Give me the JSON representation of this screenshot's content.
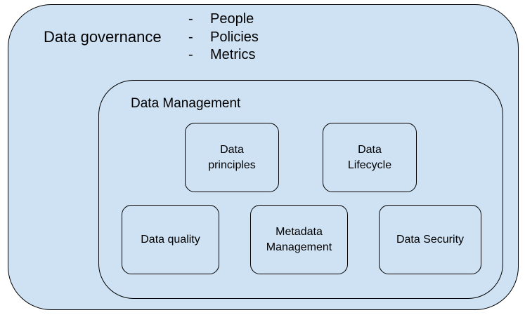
{
  "governance": {
    "title": "Data governance",
    "items": [
      {
        "dash": "-",
        "label": "People"
      },
      {
        "dash": "-",
        "label": "Policies"
      },
      {
        "dash": "-",
        "label": "Metrics"
      }
    ]
  },
  "management": {
    "title": "Data Management",
    "boxes": [
      {
        "lines": [
          "Data",
          "principles"
        ]
      },
      {
        "lines": [
          "Data",
          "Lifecycle"
        ]
      },
      {
        "lines": [
          "Data quality"
        ]
      },
      {
        "lines": [
          "Metadata",
          "Management"
        ]
      },
      {
        "lines": [
          "Data Security"
        ]
      }
    ]
  },
  "colors": {
    "fill": "#cfe2f3",
    "border": "#000000"
  }
}
